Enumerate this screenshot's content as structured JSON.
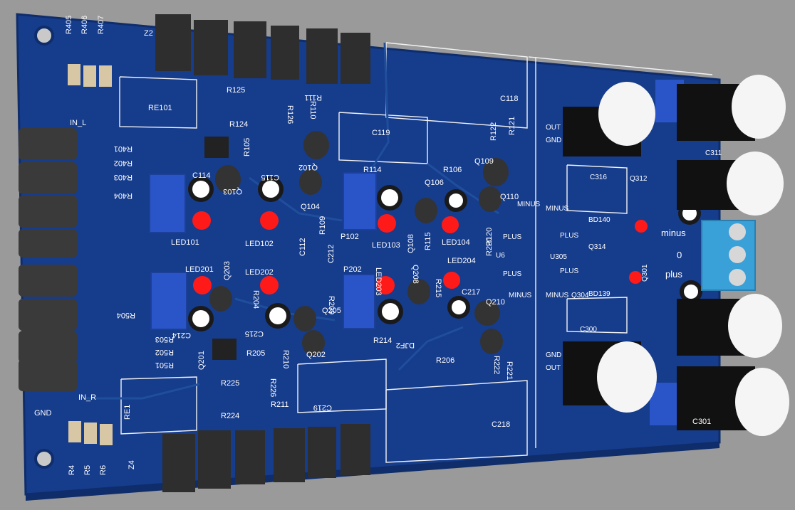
{
  "colors": {
    "background": "#9a9a9a",
    "board": "#163c8c",
    "board_edge": "#0f2d6b",
    "silkscreen": "#f2f2f2",
    "led": "#ff1a1a",
    "trimmer": "#2a55c8",
    "terminal_block": "#3aa0d8",
    "package": "#2e2e2e"
  },
  "icons": {
    "mount_hole": "mounting-hole-icon",
    "capacitor": "electrolytic-capacitor-icon",
    "led": "led-icon",
    "trimmer": "trimmer-potentiometer-icon",
    "resistor": "resistor-icon",
    "transistor": "transistor-icon",
    "terminal": "screw-terminal-icon"
  },
  "labels": {
    "r405": "R405",
    "r406": "R406",
    "r407": "R407",
    "z2": "Z2",
    "r125": "R125",
    "r124": "R124",
    "r126": "R126",
    "r110": "R110",
    "r111": "R111",
    "re101": "RE101",
    "in_l": "IN_L",
    "r401": "R401",
    "r402": "R402",
    "r403": "R403",
    "r404": "R404",
    "r105": "R105",
    "q102": "Q102",
    "c119": "C119",
    "c118": "C118",
    "r121": "R121",
    "r122": "R122",
    "out_top": "OUT",
    "gnd_top": "GND",
    "c114": "C114",
    "c115": "C115",
    "q103": "Q103",
    "q104": "Q104",
    "r114": "R114",
    "r106": "R106",
    "q109": "Q109",
    "q106": "Q106",
    "q110": "Q110",
    "led101": "LED101",
    "led102": "LED102",
    "c112": "C112",
    "r109": "R109",
    "p102": "P102",
    "led103": "LED103",
    "q108": "Q108",
    "r115": "R115",
    "led104": "LED104",
    "r120": "R120",
    "minus_1": "MINUS",
    "minus_2": "MINUS",
    "bd140": "BD140",
    "c316": "C316",
    "q312": "Q312",
    "plus_1": "PLUS",
    "plus_2": "PLUS",
    "u6": "U6",
    "u305": "U305",
    "q314": "Q314",
    "c311": "C311",
    "minus_term": "minus",
    "zero_term": "0",
    "plus_term": "plus",
    "led201": "LED201",
    "q203": "Q203",
    "led202": "LED202",
    "r204": "R204",
    "c212": "C212",
    "r209": "R209",
    "q205": "Q205",
    "p202": "P202",
    "led203": "LED203",
    "q208": "Q208",
    "r215": "R215",
    "led204": "LED204",
    "r220": "R220",
    "c217": "C217",
    "q210": "Q210",
    "plus_3": "PLUS",
    "plus_4": "PLUS",
    "minus_3": "MINUS",
    "minus_4": "MINUS",
    "q304": "Q304",
    "bd139": "BD139",
    "q301": "Q301",
    "c300": "C300",
    "r504": "R504",
    "r503": "R503",
    "r502": "R502",
    "r501": "R501",
    "c214": "C214",
    "c215": "C215",
    "q202": "Q202",
    "r214": "R214",
    "dj2": "DJF2",
    "r206": "R206",
    "r222": "R222",
    "r221": "R221",
    "gnd_mid": "GND",
    "out_mid": "OUT",
    "q201": "Q201",
    "r205": "R205",
    "r210": "R210",
    "r225": "R225",
    "r226": "R226",
    "r224": "R224",
    "re201": "RE1",
    "in_r": "IN_R",
    "gnd": "GND",
    "c219": "C219",
    "r211": "R211",
    "c218": "C218",
    "r4": "R4",
    "r5": "R5",
    "r6": "R6",
    "z4": "Z4",
    "c301": "C301"
  }
}
